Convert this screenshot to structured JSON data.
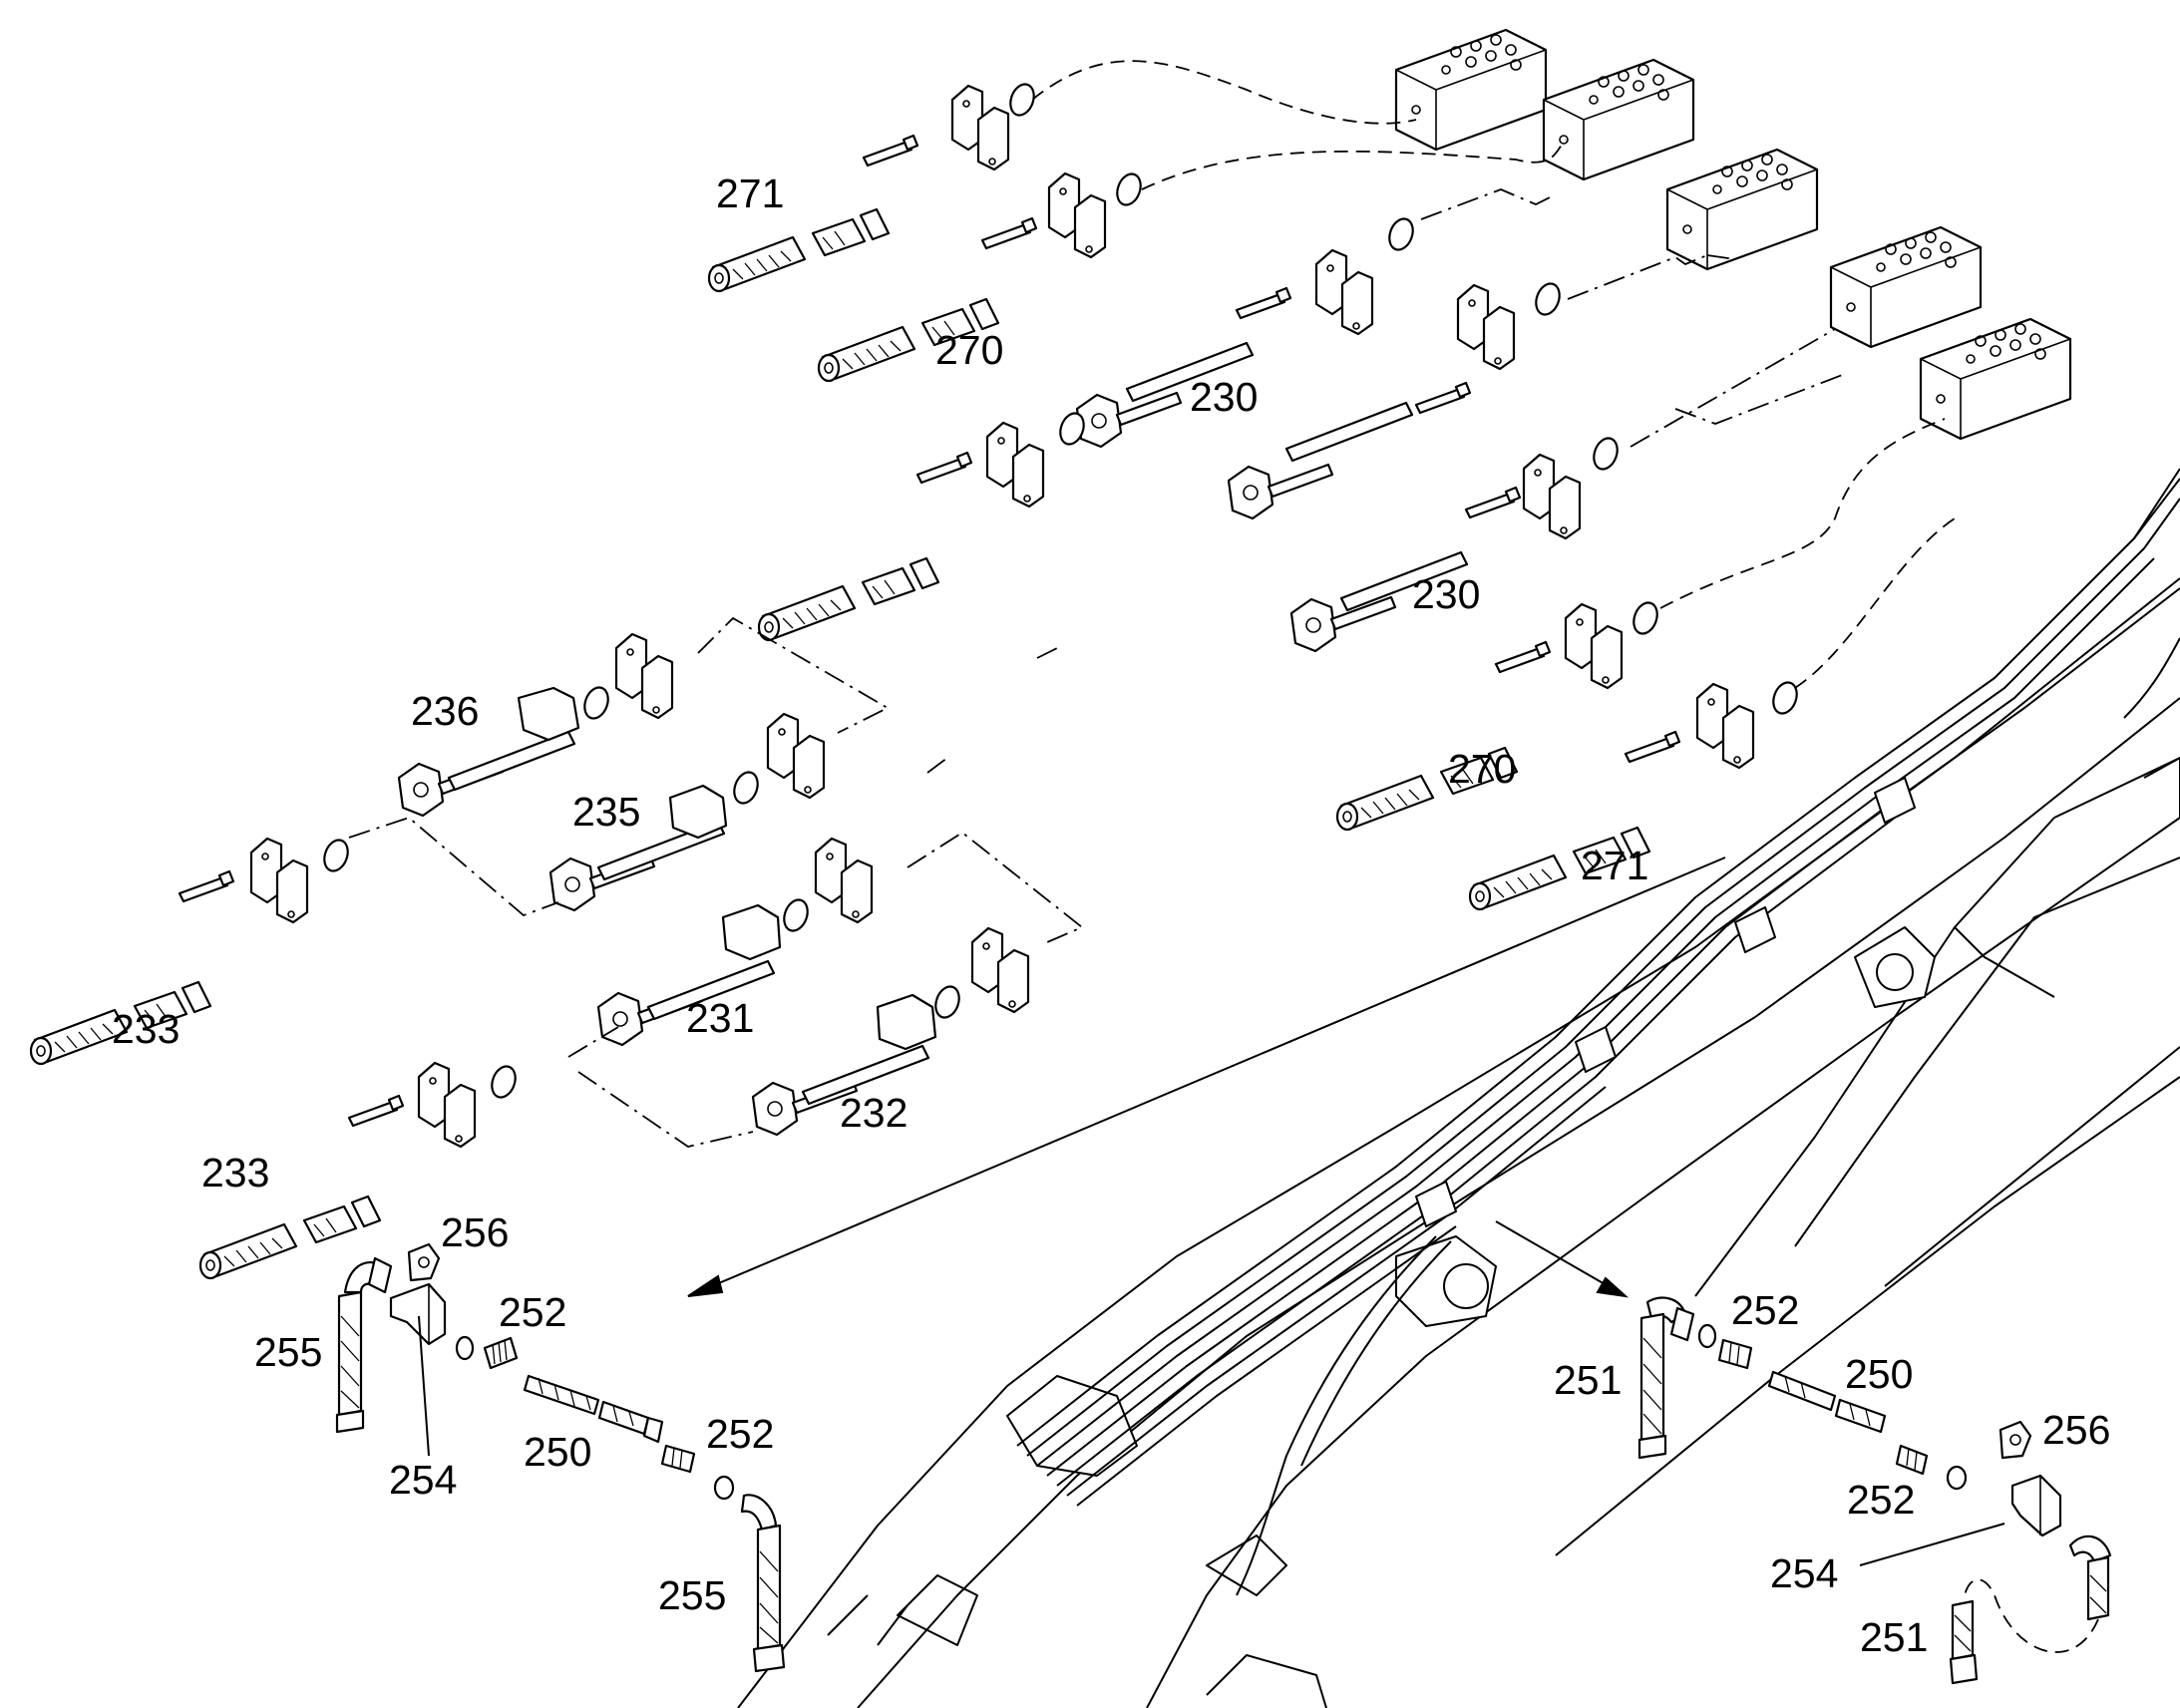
{
  "diagram": {
    "colors": {
      "line": "#000000",
      "background": "#ffffff"
    },
    "callouts": [
      {
        "id": "271a",
        "text": "271"
      },
      {
        "id": "270a",
        "text": "270"
      },
      {
        "id": "230a",
        "text": "230"
      },
      {
        "id": "230b",
        "text": "230"
      },
      {
        "id": "236",
        "text": "236"
      },
      {
        "id": "235",
        "text": "235"
      },
      {
        "id": "233a",
        "text": "233"
      },
      {
        "id": "231",
        "text": "231"
      },
      {
        "id": "232",
        "text": "232"
      },
      {
        "id": "233b",
        "text": "233"
      },
      {
        "id": "270b",
        "text": "270"
      },
      {
        "id": "271b",
        "text": "271"
      },
      {
        "id": "256a",
        "text": "256"
      },
      {
        "id": "252a",
        "text": "252"
      },
      {
        "id": "255a",
        "text": "255"
      },
      {
        "id": "254a",
        "text": "254"
      },
      {
        "id": "250a",
        "text": "250"
      },
      {
        "id": "252b",
        "text": "252"
      },
      {
        "id": "255b",
        "text": "255"
      },
      {
        "id": "251a",
        "text": "251"
      },
      {
        "id": "252c",
        "text": "252"
      },
      {
        "id": "250b",
        "text": "250"
      },
      {
        "id": "256b",
        "text": "256"
      },
      {
        "id": "252d",
        "text": "252"
      },
      {
        "id": "254b",
        "text": "254"
      },
      {
        "id": "251b",
        "text": "251"
      }
    ]
  }
}
